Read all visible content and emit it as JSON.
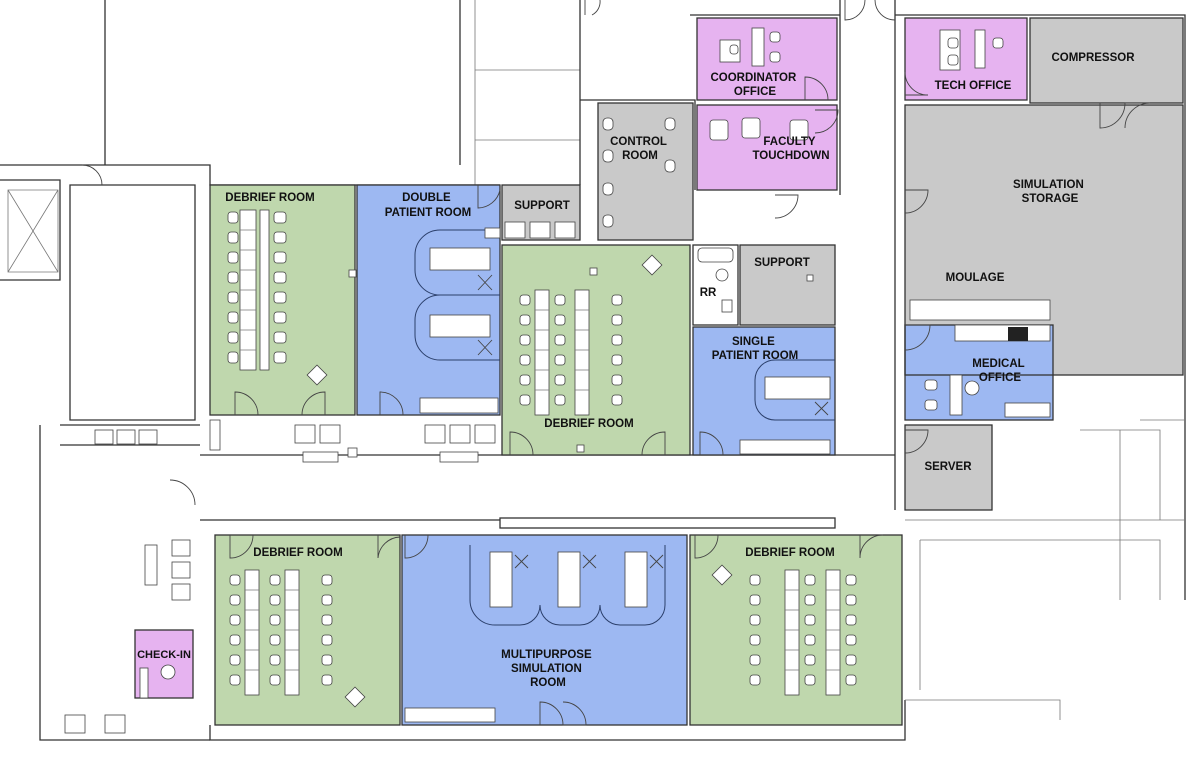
{
  "colors": {
    "debrief": "#bfd7ad",
    "patient": "#9db8f2",
    "support": "#c9c9c9",
    "office": "#e6b3f0",
    "wall": "#333333",
    "background": "#ffffff"
  },
  "rooms": {
    "debrief_1": "DEBRIEF ROOM",
    "double_patient": [
      "DOUBLE",
      "PATIENT ROOM"
    ],
    "support_1": "SUPPORT",
    "control_room": [
      "CONTROL",
      "ROOM"
    ],
    "coordinator_office": [
      "COORDINATOR",
      "OFFICE"
    ],
    "faculty_touchdown": [
      "FACULTY",
      "TOUCHDOWN"
    ],
    "tech_office": "TECH OFFICE",
    "compressor": "COMPRESSOR",
    "simulation_storage": [
      "SIMULATION",
      "STORAGE"
    ],
    "moulage": "MOULAGE",
    "debrief_2": "DEBRIEF ROOM",
    "support_2": "SUPPORT",
    "rr": "RR",
    "single_patient": [
      "SINGLE",
      "PATIENT ROOM"
    ],
    "medical_office": [
      "MEDICAL",
      "OFFICE"
    ],
    "server": "SERVER",
    "debrief_3": "DEBRIEF ROOM",
    "multipurpose": [
      "MULTIPURPOSE",
      "SIMULATION",
      "ROOM"
    ],
    "debrief_4": "DEBRIEF ROOM",
    "check_in": "CHECK-IN"
  }
}
